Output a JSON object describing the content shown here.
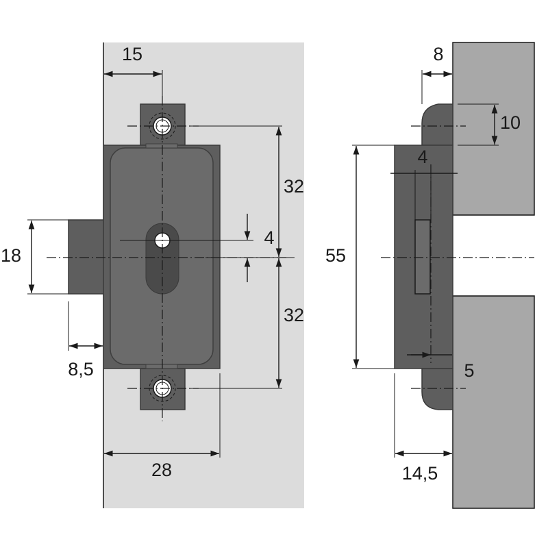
{
  "colors": {
    "background": "#ffffff",
    "panel": "#dcdcdc",
    "lock_body": "#5e5e5e",
    "lock_body_stroke": "#3a3a3a",
    "lock_face": "#6b6b6b",
    "keyhole_slot": "#4a4a4a",
    "line": "#1a1a1a"
  },
  "dimensions": {
    "front_view": {
      "bolt_offset": "15",
      "half_height_top": "32",
      "half_height_bottom": "32",
      "keyhole_offset": "4",
      "bolt_height": "18",
      "bolt_projection": "8,5",
      "body_width": "28"
    },
    "side_view": {
      "flange_thickness": "8",
      "flange_tab_height": "10",
      "inner_depth": "4",
      "body_height": "55",
      "slot_offset": "5",
      "total_depth": "14,5"
    }
  }
}
